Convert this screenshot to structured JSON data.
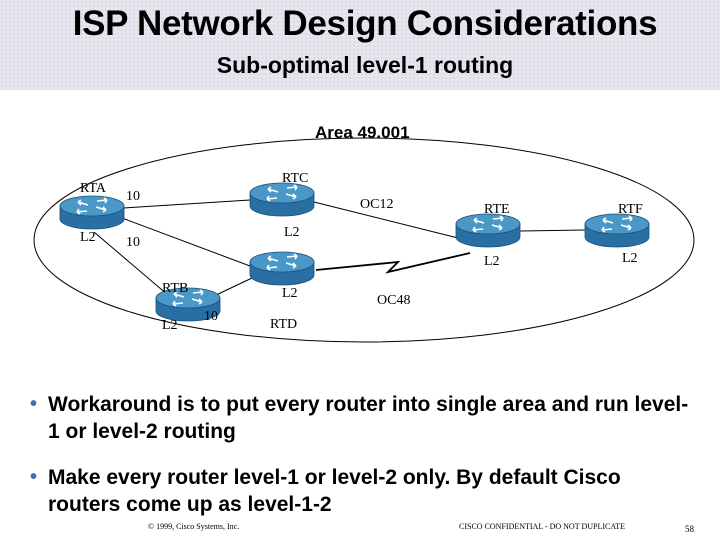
{
  "header": {
    "title": "ISP Network Design Considerations",
    "subtitle": "Sub-optimal level-1 routing"
  },
  "diagram": {
    "area_label": "Area 49.001",
    "routers": {
      "rta": "RTA",
      "rtb": "RTB",
      "rtc": "RTC",
      "rtd": "RTD",
      "rte": "RTE",
      "rtf": "RTF"
    },
    "level_labels": {
      "rta": "L2",
      "rtb": "L2",
      "rtc": "L2",
      "rtd": "L2",
      "rte": "L2",
      "rtf": "L2"
    },
    "link_labels": {
      "rta_rtc_metric": "10",
      "rta_rtd_metric": "10",
      "rtb_rtd_metric": "10",
      "rtc_rte": "OC12",
      "rtd_rte": "OC48"
    }
  },
  "bullets": [
    "Workaround is to put every router into single area and run level-1 or level-2 routing",
    "Make every router level-1 or level-2 only. By default  Cisco routers  come up as level-1-2"
  ],
  "footer": {
    "copyright": "© 1999, Cisco Systems, Inc.",
    "confidential": "CISCO CONFIDENTIAL - DO NOT DUPLICATE",
    "page": "58"
  },
  "colors": {
    "router_top": "#4a98c8",
    "router_side": "#2a6fa3",
    "bullet": "#3b6fb0"
  }
}
